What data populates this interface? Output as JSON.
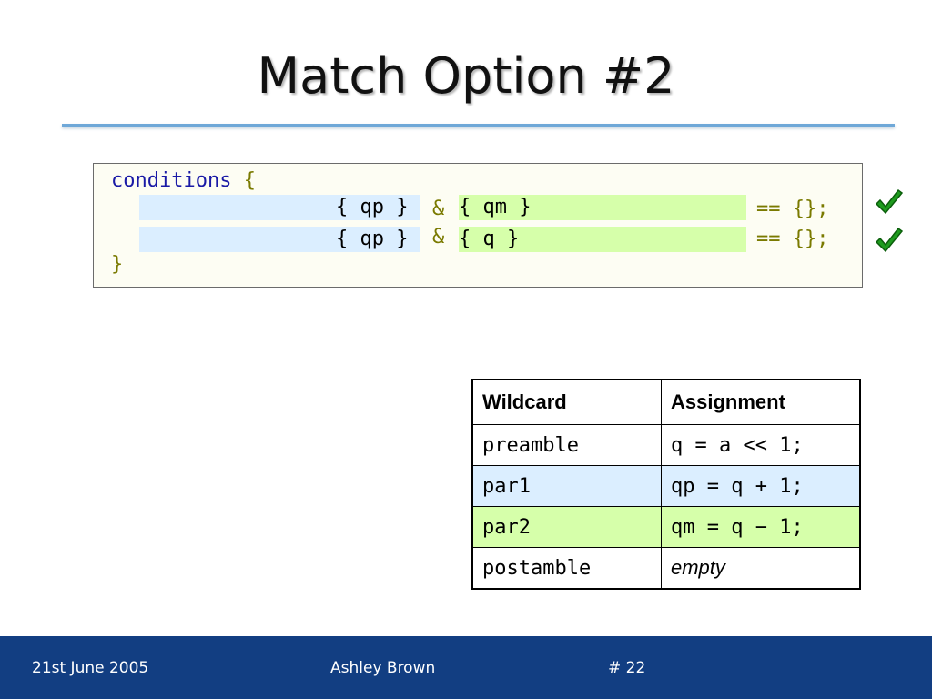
{
  "slide": {
    "title": "Match Option #2"
  },
  "code": {
    "line1_keyword": "conditions",
    "line1_brace": "{",
    "row1": {
      "left": "{ qp }",
      "op": "&",
      "right": "{ qm }",
      "tail": "== {};"
    },
    "row2": {
      "left": "{ qp }",
      "op": "&",
      "right": "{ q }",
      "tail": "== {};"
    },
    "close_brace": "}"
  },
  "checks": {
    "icon": "checkmark-icon",
    "color": "#1e9b1e"
  },
  "table": {
    "headers": [
      "Wildcard",
      "Assignment"
    ],
    "rows": [
      {
        "wildcard": "preamble",
        "assignment": "q = a << 1;"
      },
      {
        "wildcard": "par1",
        "assignment": "qp = q + 1;"
      },
      {
        "wildcard": "par2",
        "assignment": "qm = q − 1;"
      },
      {
        "wildcard": "postamble",
        "assignment": "empty"
      }
    ]
  },
  "footer": {
    "date": "21st June 2005",
    "author": "Ashley Brown",
    "page": "# 22"
  },
  "colors": {
    "blue_highlight": "#dbeeff",
    "green_highlight": "#d6ffaa",
    "footer_bg": "#123e82"
  }
}
